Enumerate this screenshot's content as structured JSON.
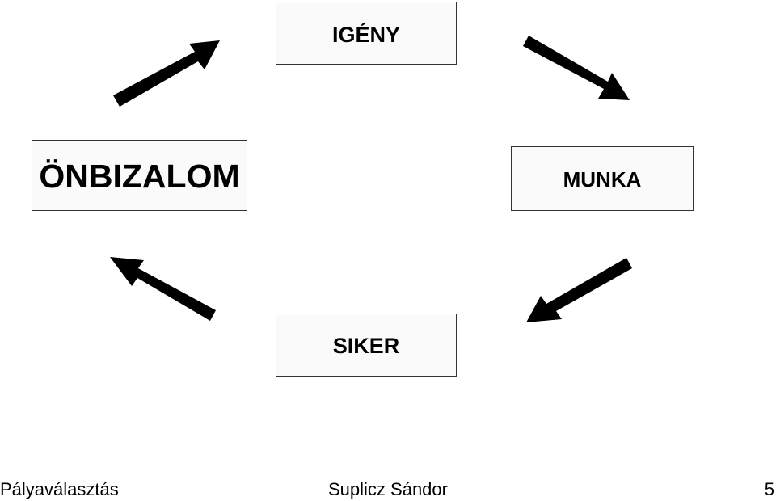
{
  "diagram": {
    "boxes": {
      "igeny": "IGÉNY",
      "munka": "MUNKA",
      "siker": "SIKER",
      "onbizalom": "ÖNBIZALOM"
    },
    "arrow_color": "#000000",
    "box_border_color": "#333333"
  },
  "footer": {
    "left": "Pályaválasztás",
    "center": "Suplicz Sándor",
    "page_number": "5"
  }
}
